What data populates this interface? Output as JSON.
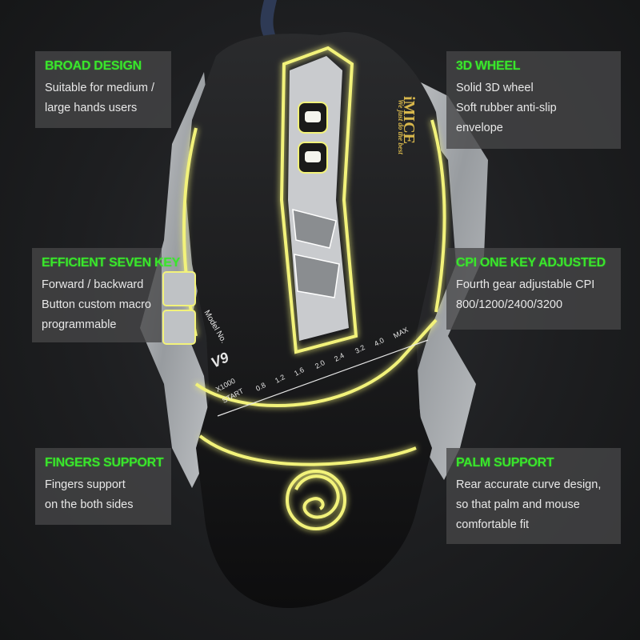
{
  "features": {
    "broad_design": {
      "title": "BROAD DESIGN",
      "lines": [
        "Suitable for medium /",
        "large hands users"
      ]
    },
    "wheel_3d": {
      "title": "3D WHEEL",
      "lines": [
        "Solid 3D wheel",
        "Soft rubber anti-slip",
        "envelope"
      ]
    },
    "seven_key": {
      "title": "EFFICIENT SEVEN KEY",
      "lines": [
        "Forward / backward",
        "Button custom macro",
        "programmable"
      ]
    },
    "cpi": {
      "title": "CPI ONE KEY ADJUSTED",
      "lines": [
        "Fourth gear adjustable CPI",
        "800/1200/2400/3200"
      ]
    },
    "fingers": {
      "title": "FINGERS SUPPORT",
      "lines": [
        "Fingers support",
        "on the both sides"
      ]
    },
    "palm": {
      "title": "PALM SUPPORT",
      "lines": [
        "Rear accurate curve design,",
        "so that palm and mouse",
        "comfortable fit"
      ]
    }
  },
  "mouse": {
    "brand": "iMICE",
    "slogan": "We just do the best",
    "model_label": "Model No.",
    "model_code": "V9",
    "scale_prefix": "X1000",
    "scale_start": "START",
    "scale_ticks": [
      "0.8",
      "1.2",
      "1.6",
      "2.0",
      "2.4",
      "3.2",
      "4.0",
      "MAX"
    ]
  },
  "colors": {
    "accent_green": "#39e62b",
    "glow_yellow": "#f2f27a",
    "brand_gold": "#d9b84c",
    "panel_bg": "#464648"
  }
}
